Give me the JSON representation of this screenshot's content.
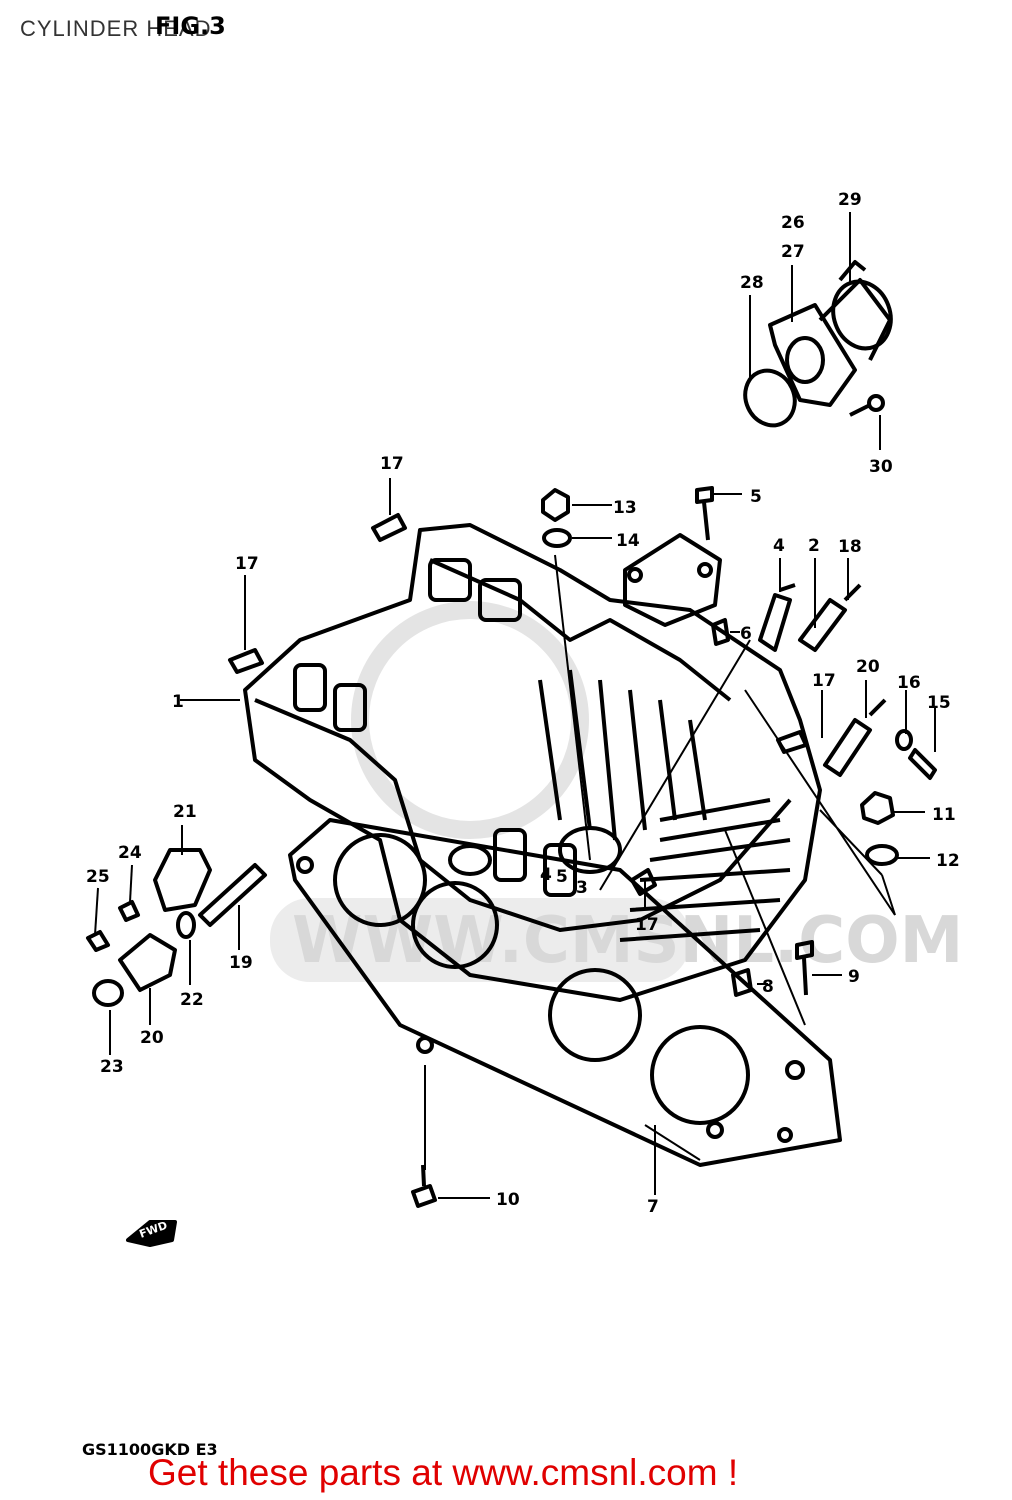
{
  "header": {
    "title": "CYLINDER HEAD",
    "fig_label": "FIG.3"
  },
  "watermark": {
    "text": "WWW.CMSNL.COM"
  },
  "callouts": [
    {
      "id": "c1",
      "label": "1"
    },
    {
      "id": "c2",
      "label": "2"
    },
    {
      "id": "c3",
      "label": "3"
    },
    {
      "id": "c4a",
      "label": "4"
    },
    {
      "id": "c4b",
      "label": "4"
    },
    {
      "id": "c5a",
      "label": "5"
    },
    {
      "id": "c5b",
      "label": "5"
    },
    {
      "id": "c6",
      "label": "6"
    },
    {
      "id": "c7",
      "label": "7"
    },
    {
      "id": "c8",
      "label": "8"
    },
    {
      "id": "c9",
      "label": "9"
    },
    {
      "id": "c10",
      "label": "10"
    },
    {
      "id": "c11",
      "label": "11"
    },
    {
      "id": "c12",
      "label": "12"
    },
    {
      "id": "c13",
      "label": "13"
    },
    {
      "id": "c14",
      "label": "14"
    },
    {
      "id": "c15",
      "label": "15"
    },
    {
      "id": "c16",
      "label": "16"
    },
    {
      "id": "c17a",
      "label": "17"
    },
    {
      "id": "c17b",
      "label": "17"
    },
    {
      "id": "c17c",
      "label": "17"
    },
    {
      "id": "c17d",
      "label": "17"
    },
    {
      "id": "c18",
      "label": "18"
    },
    {
      "id": "c19",
      "label": "19"
    },
    {
      "id": "c20a",
      "label": "20"
    },
    {
      "id": "c20b",
      "label": "20"
    },
    {
      "id": "c21",
      "label": "21"
    },
    {
      "id": "c22",
      "label": "22"
    },
    {
      "id": "c23",
      "label": "23"
    },
    {
      "id": "c24",
      "label": "24"
    },
    {
      "id": "c25",
      "label": "25"
    },
    {
      "id": "c26",
      "label": "26"
    },
    {
      "id": "c27",
      "label": "27"
    },
    {
      "id": "c28",
      "label": "28"
    },
    {
      "id": "c29",
      "label": "29"
    },
    {
      "id": "c30",
      "label": "30"
    }
  ],
  "fwd_arrow": {
    "text": "FWD"
  },
  "footer": {
    "model_code": "GS1100GKD E3",
    "promo": "Get these parts at www.cmsnl.com !",
    "promo_color": "#e00000"
  }
}
